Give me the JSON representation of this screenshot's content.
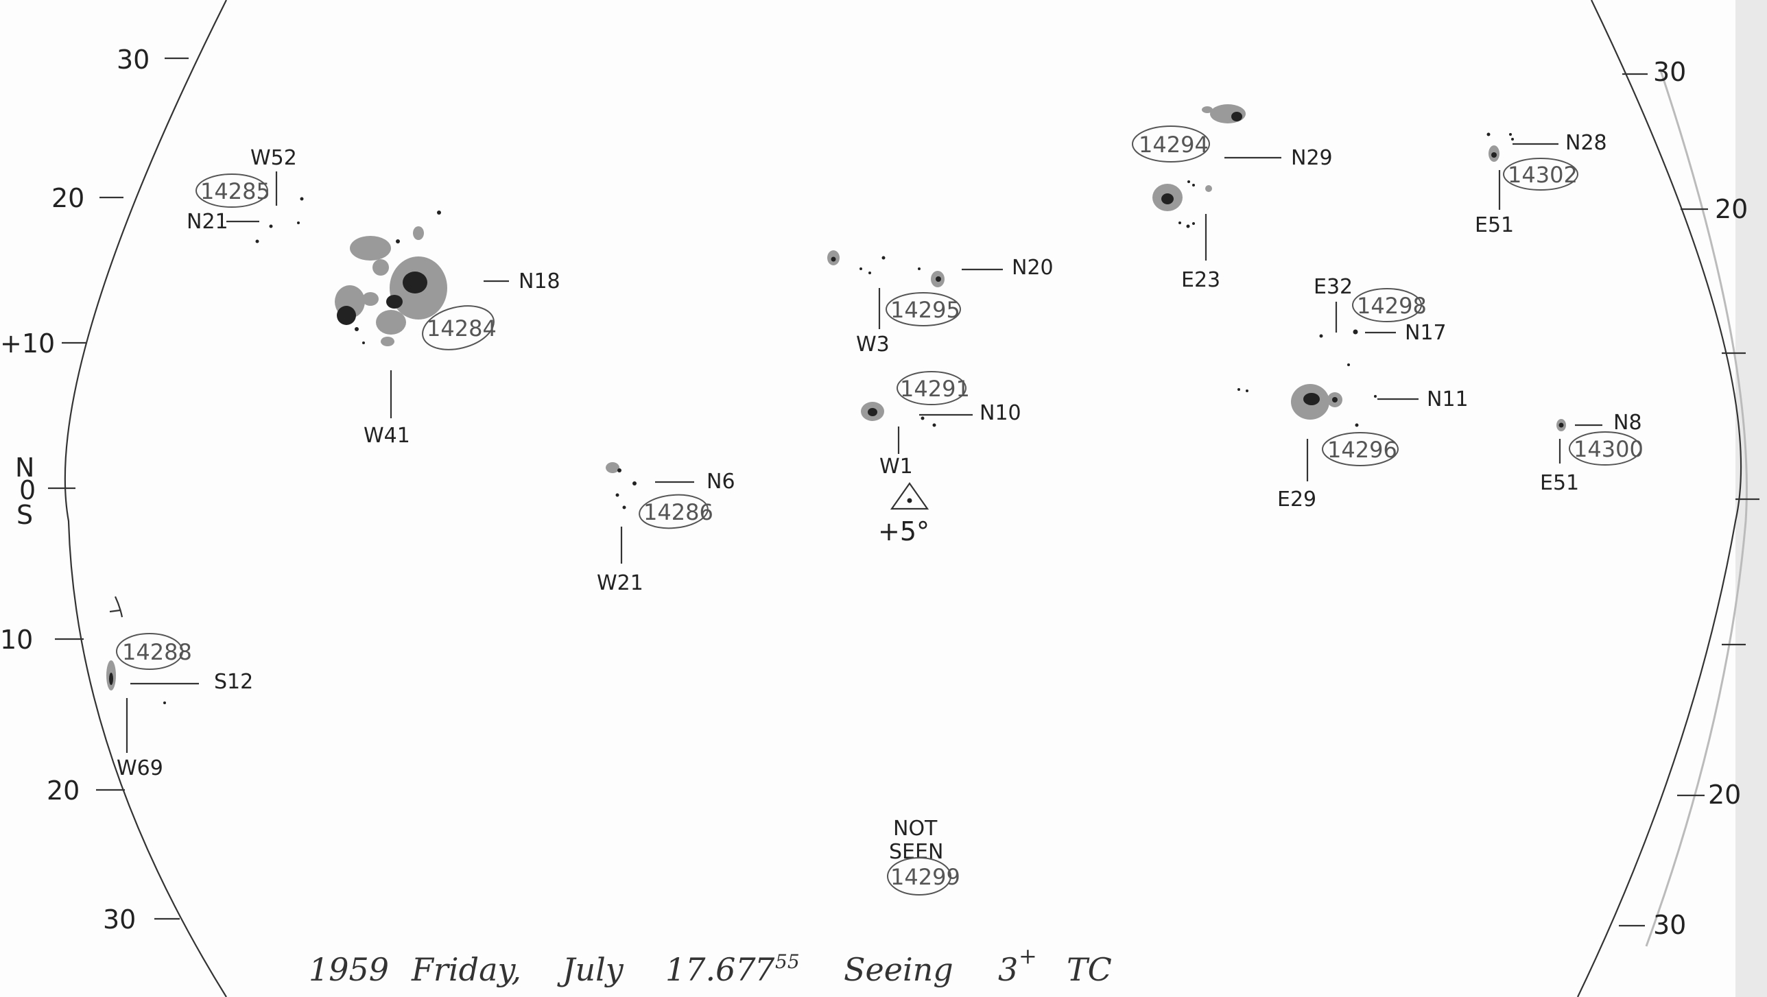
{
  "left_ticks": [
    "30",
    "20",
    "+10",
    "10",
    "20",
    "30"
  ],
  "right_ticks": [
    "30",
    "20",
    "20",
    "30"
  ],
  "ns_marker": {
    "n": "N",
    "o": "0",
    "s": "S"
  },
  "regions": [
    {
      "id": "14285",
      "lat": "N21",
      "lon": "W52"
    },
    {
      "id": "14284",
      "lat": "N18",
      "lon": "W41"
    },
    {
      "id": "14286",
      "lat": "N6",
      "lon": "W21"
    },
    {
      "id": "14288",
      "lat": "S12",
      "lon": "W69"
    },
    {
      "id": "14295",
      "lat": "N20",
      "lon": "W3"
    },
    {
      "id": "14291",
      "lat": "N10",
      "lon": "W1"
    },
    {
      "id": "14294",
      "lat": "N29",
      "lon": "E23"
    },
    {
      "id": "14298",
      "lat": "N17",
      "lon": "E32"
    },
    {
      "id": "14296",
      "lat": "N11",
      "lon": "E29"
    },
    {
      "id": "14302",
      "lat": "N28",
      "lon": "E51"
    },
    {
      "id": "14300",
      "lat": "N8",
      "lon": "E51"
    },
    {
      "id": "14299",
      "note_line1": "NOT",
      "note_line2": "SEEN"
    }
  ],
  "center_marker": {
    "angle": "+5°"
  },
  "footer": {
    "year": "1959",
    "weekday": "Friday,",
    "month": "July",
    "date": "17.67",
    "time_h": "7",
    "time_m": "55",
    "seeing_label": "Seeing",
    "seeing_value": "3",
    "seeing_sup": "+",
    "observer": "TC"
  },
  "colors": {
    "ink": "#222222",
    "paper": "#fdfdfd",
    "spot": "#9a9a9a"
  }
}
